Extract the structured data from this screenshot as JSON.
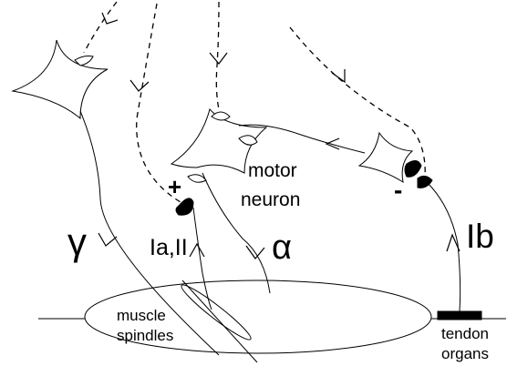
{
  "labels": {
    "motor_neuron_line1": "motor",
    "motor_neuron_line2": "neuron",
    "gamma": "γ",
    "alpha": "α",
    "ia_ii": "Ia,II",
    "ib": "Ib",
    "plus": "+",
    "minus": "-",
    "muscle_spindles_line1": "muscle",
    "muscle_spindles_line2": "spindles",
    "tendon_organs_line1": "tendon",
    "tendon_organs_line2": "organs"
  }
}
